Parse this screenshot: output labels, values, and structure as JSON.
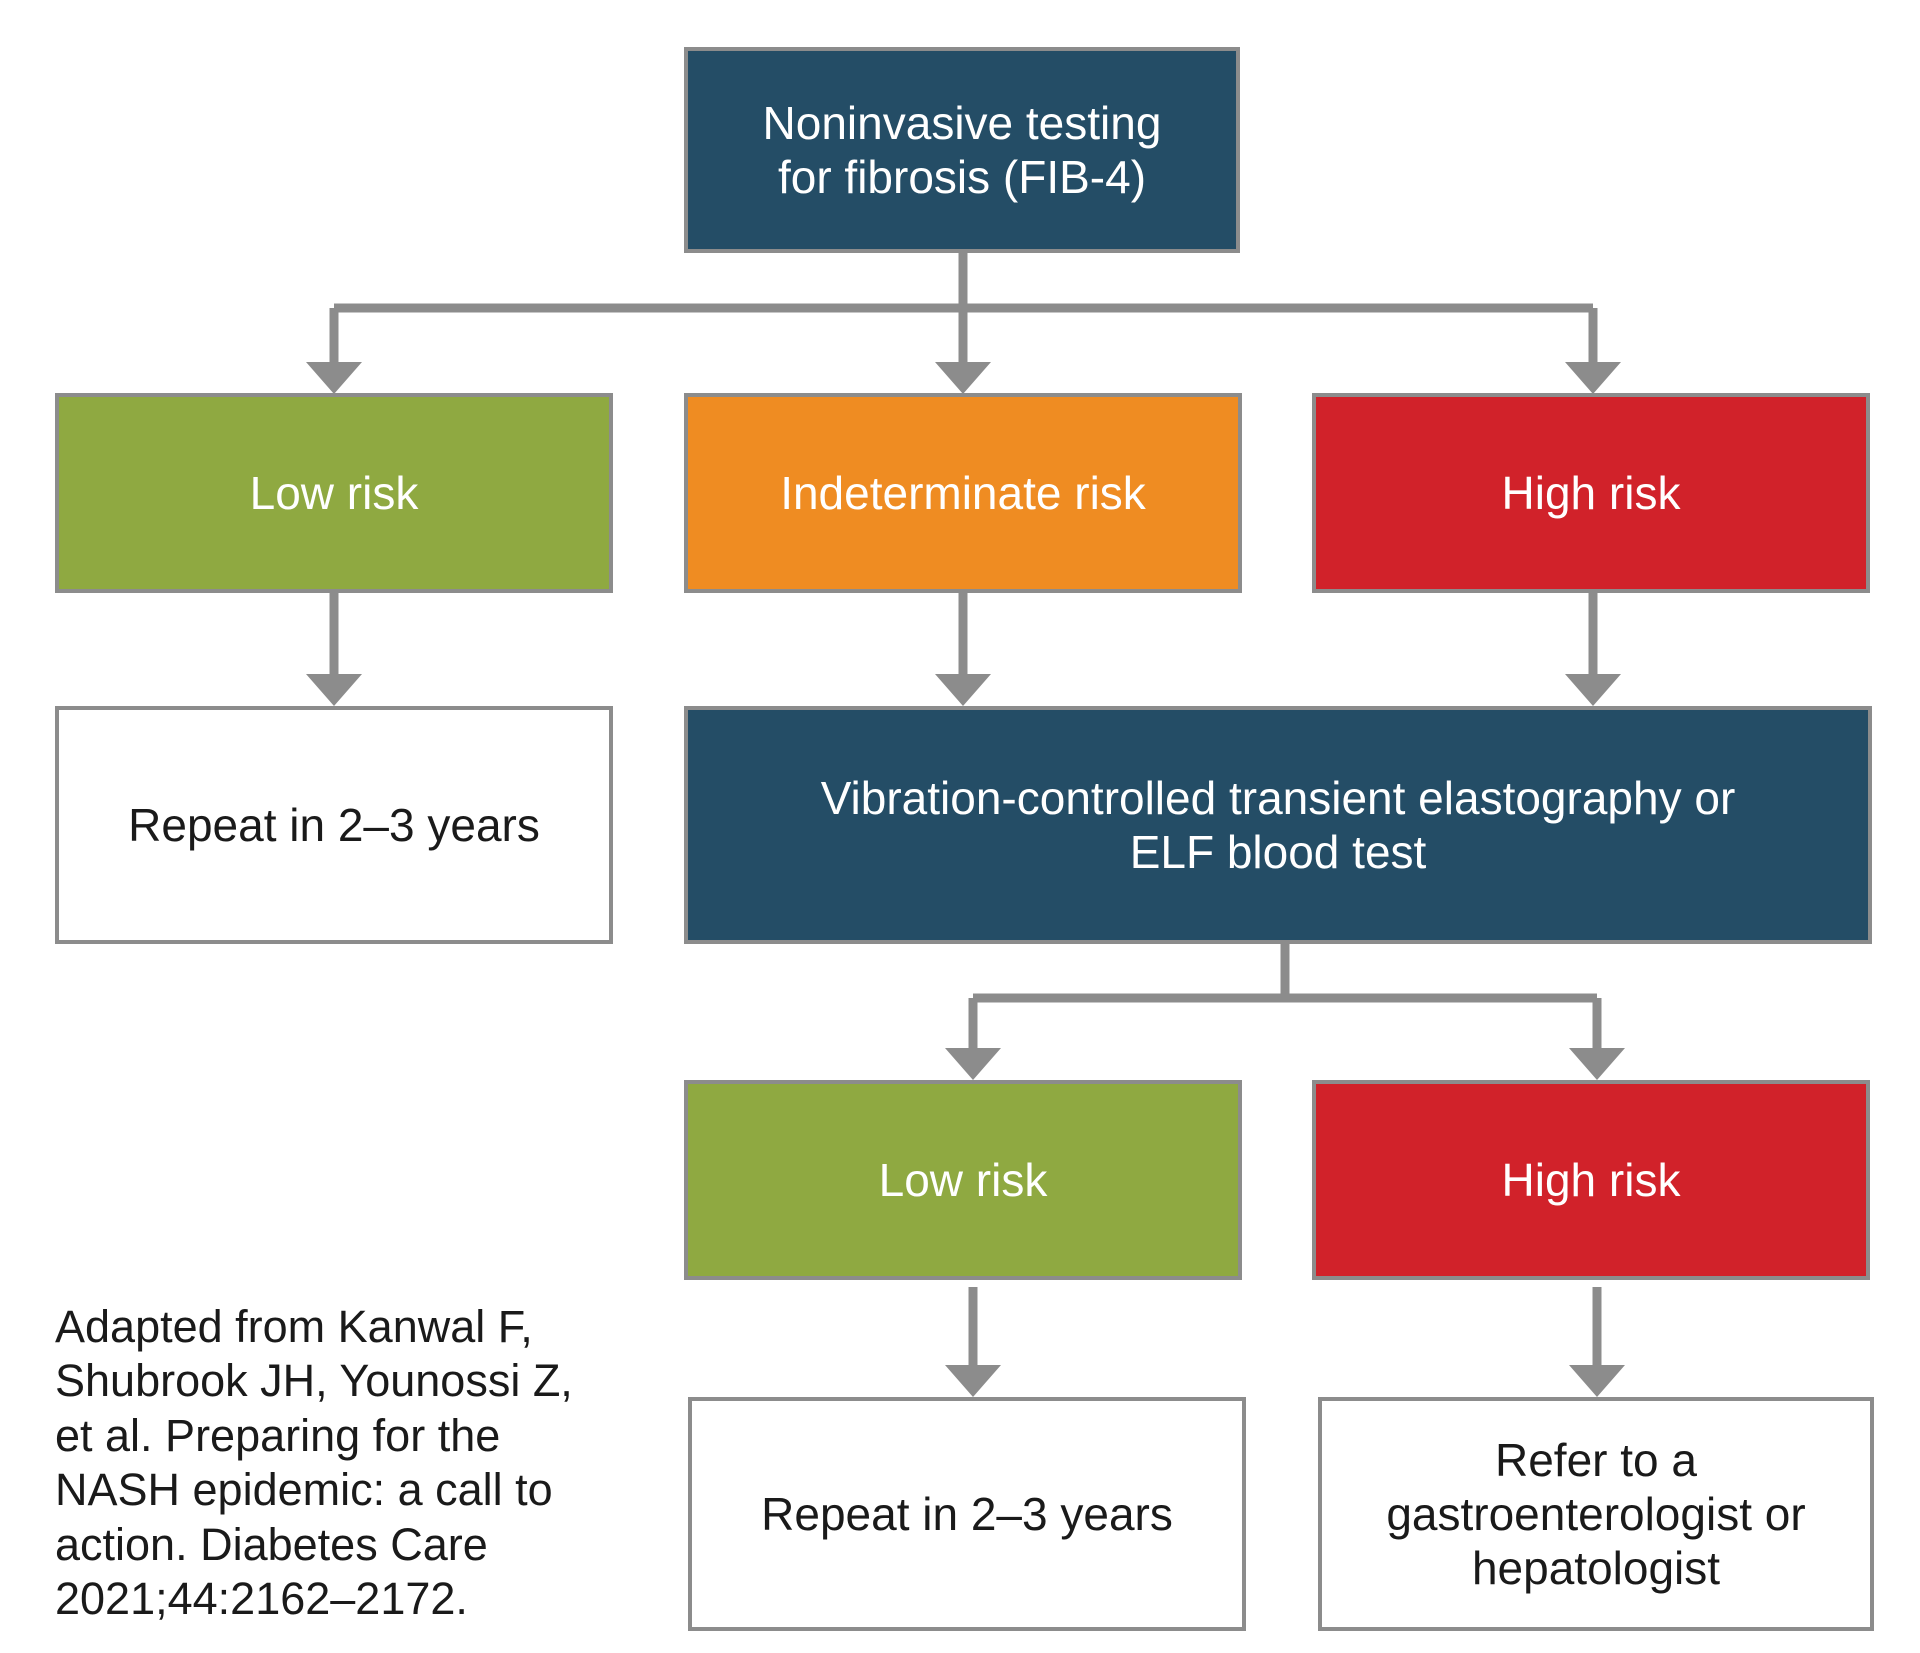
{
  "nodes": {
    "fib4": "Noninvasive testing for fibrosis (FIB-4)",
    "low_risk_1": "Low risk",
    "indeterminate_risk": "Indeterminate risk",
    "high_risk_1": "High risk",
    "repeat_1": "Repeat in 2–3 years",
    "vcte": "Vibration-controlled transient elastography or ELF blood test",
    "low_risk_2": "Low risk",
    "high_risk_2": "High risk",
    "repeat_2": "Repeat in 2–3 years",
    "refer": "Refer to a gastroenterologist or hepatologist"
  },
  "citation": "Adapted from Kanwal F, Shubrook JH, Younossi Z, et al. Preparing for the NASH epidemic: a call to action. Diabetes Care 2021;44:2162–2172.",
  "colors": {
    "navy": "#244d66",
    "green": "#8fa941",
    "orange": "#ef8c22",
    "red": "#d1222a",
    "connector": "#8c8c8c"
  }
}
